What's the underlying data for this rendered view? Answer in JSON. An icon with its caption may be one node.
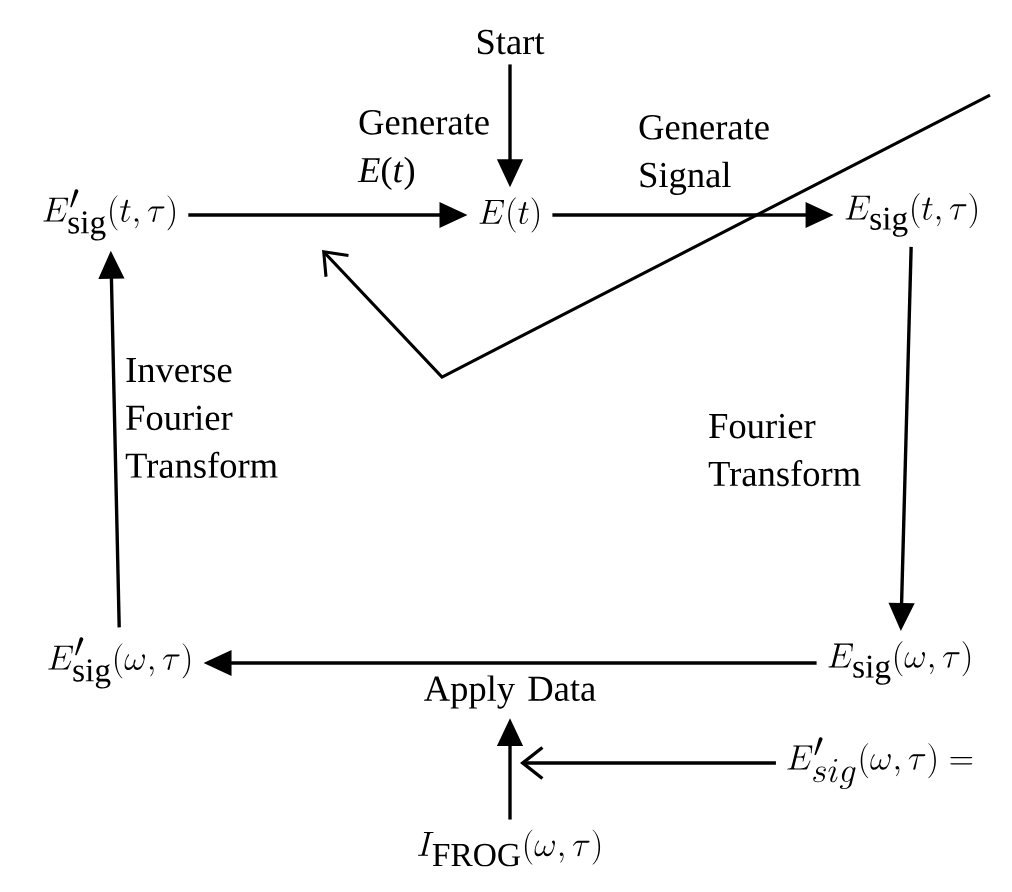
{
  "diagram": {
    "nodes": [
      {
        "text": [
          "Start"
        ]
      },
      {
        "text": [
          "E'_{\\mathrm{sig}}(t,\\tau)"
        ]
      },
      {
        "text": [
          "E(t)"
        ]
      },
      {
        "text": [
          "E_{\\mathrm{sig}}(t,\\tau)"
        ]
      },
      {
        "text": [
          "E'_{\\mathrm{sig}}(\\omega,\\tau)"
        ]
      },
      {
        "text": [
          "E_{\\mathrm{sig}}(\\omega,\\tau)"
        ]
      },
      {
        "text": [
          "I_{\\mathrm{FROG}}(\\omega,\\tau)"
        ]
      },
      {
        "text": [
          "E'_{sig}(\\omega,\\tau) ="
        ]
      }
    ],
    "edges": [
      {
        "from": 0,
        "to": 2,
        "arrow": "to"
      },
      {
        "from": 1,
        "to": 2,
        "arrow": "to",
        "label": "Generate *E*(*t*)"
      },
      {
        "from": 2,
        "to": 3,
        "arrow": "to",
        "label": "Generate Signal"
      },
      {
        "from": 3,
        "to": 5,
        "arrow": "to",
        "label": "Fourier Transform"
      },
      {
        "from": 5,
        "to": 4,
        "arrow": "to",
        "label": "Apply Data"
      },
      {
        "from": 4,
        "to": 1,
        "arrow": "to",
        "label": "Inverse Fourier Transform"
      },
      {
        "from": 6,
        "to": null,
        "arrow": "to"
      },
      {
        "from": 7,
        "to": null,
        "arrow": "to"
      }
    ]
  }
}
